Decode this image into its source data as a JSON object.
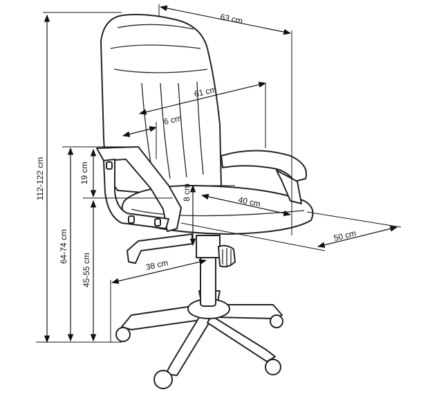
{
  "colors": {
    "line": "#222222",
    "text": "#111111",
    "background": "#ffffff"
  },
  "dimensions": {
    "width_total": "63 cm",
    "backrest_width": "61 cm",
    "lumbar_depth": "6 cm",
    "armrest_height": "19 cm",
    "seat_thickness": "8 cm",
    "seat_width": "40 cm",
    "seat_depth": "50 cm",
    "base_radius": "38 cm",
    "total_height": "112-122 cm",
    "armrest_floor_height": "64-74 cm",
    "seat_height": "45-55 cm"
  }
}
